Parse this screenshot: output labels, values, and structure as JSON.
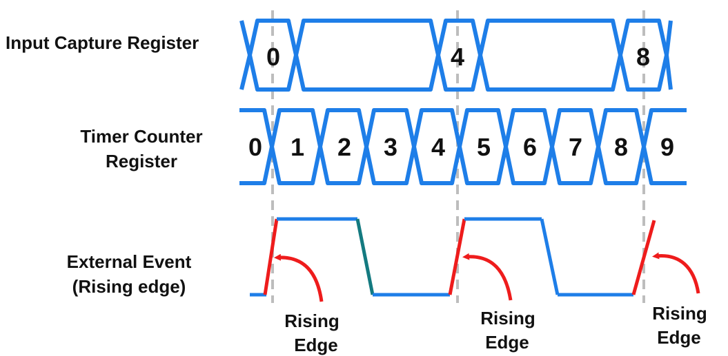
{
  "labels": {
    "input_capture": "Input Capture Register",
    "timer_line1": "Timer Counter",
    "timer_line2": "Register",
    "external_line1": "External Event",
    "external_line2": "(Rising edge)"
  },
  "input_capture_values": [
    "0",
    "4",
    "8"
  ],
  "timer_counter_values": [
    "0",
    "1",
    "2",
    "3",
    "4",
    "5",
    "6",
    "7",
    "8",
    "9"
  ],
  "rising_edge_annotations": [
    {
      "line1": "Rising",
      "line2": "Edge"
    },
    {
      "line1": "Rising",
      "line2": "Edge"
    },
    {
      "line1": "Rising",
      "line2": "Edge"
    }
  ],
  "colors": {
    "bus": "#1e7ee8",
    "edge": "#ee1c1c",
    "falling": "#147a80",
    "guide": "#bdbdbd",
    "text": "#111111"
  }
}
